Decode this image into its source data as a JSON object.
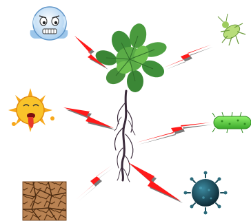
{
  "stressors": [
    {
      "id": "cold",
      "icon": "sad-snowball-icon"
    },
    {
      "id": "insect",
      "icon": "aphid-insect-icon"
    },
    {
      "id": "heat",
      "icon": "exhausted-sun-icon"
    },
    {
      "id": "bacteria",
      "icon": "bacterium-icon"
    },
    {
      "id": "drought",
      "icon": "cracked-soil-icon"
    },
    {
      "id": "virus",
      "icon": "virus-icon"
    }
  ],
  "center": {
    "icon": "arabidopsis-plant-icon"
  },
  "arrow": {
    "icon": "lightning-bolt-arrow-icon",
    "fill": "#ff1a1a",
    "shadow": "#7a7a7a"
  },
  "colors": {
    "leaf": "#3f8f3a",
    "leaf_light": "#6cbf4e",
    "root": "#3a2a3a",
    "snow": "#d8ecfb",
    "sun": "#f7b21b",
    "soil": "#b07a4a",
    "virus": "#1d4d5a",
    "bacterium": "#5fd63a"
  }
}
